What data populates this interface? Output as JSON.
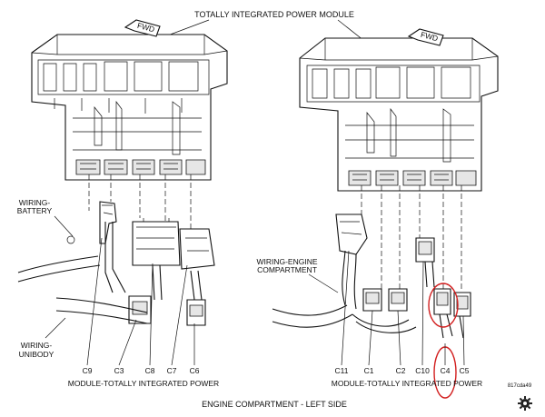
{
  "diagram": {
    "title": "TOTALLY INTEGRATED POWER MODULE",
    "caption": "ENGINE COMPARTMENT - LEFT SIDE",
    "ref_code": "817cda49",
    "fwd_label": "FWD",
    "accent_color": "#d21f1f",
    "left_view": {
      "wiring_battery": "WIRING-\nBATTERY",
      "wiring_unibody": "WIRING-\nUNIBODY",
      "connectors": [
        "C9",
        "C3",
        "C8",
        "C7",
        "C6"
      ],
      "module_label": "MODULE-TOTALLY INTEGRATED POWER"
    },
    "right_view": {
      "wiring_engine": "WIRING-ENGINE\nCOMPARTMENT",
      "connectors": [
        "C11",
        "C1",
        "C2",
        "C10",
        "C4",
        "C5"
      ],
      "module_label": "MODULE-TOTALLY INTEGRATED POWER",
      "highlighted_connector": "C4"
    }
  }
}
